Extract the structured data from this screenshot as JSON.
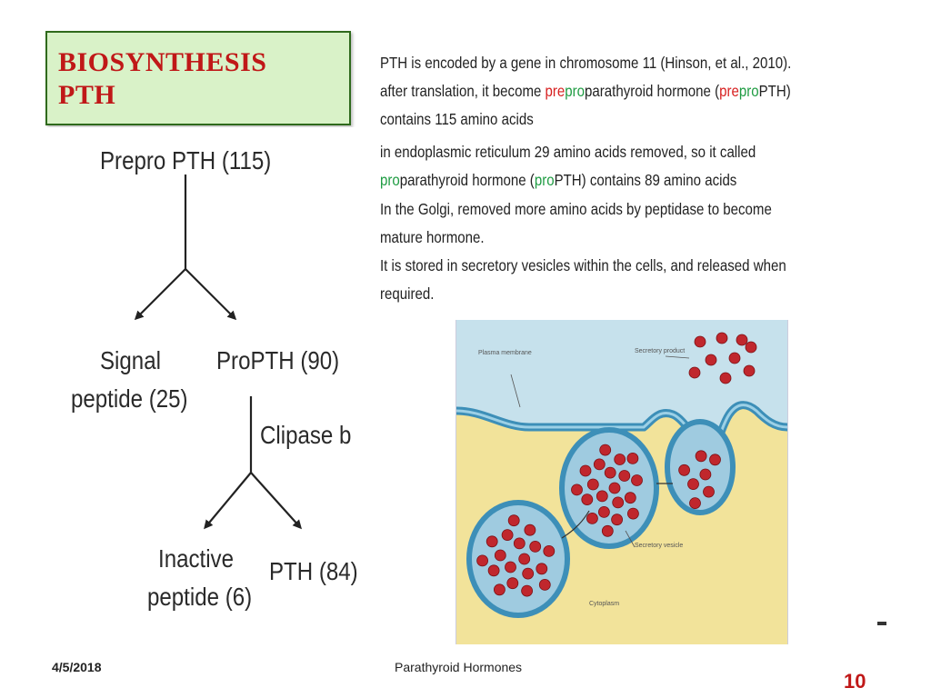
{
  "slide": {
    "title_line1": "BIOSYNTHESIS",
    "title_line2": "PTH",
    "date": "4/5/2018",
    "footer": "Parathyroid Hormones",
    "page_number": "10"
  },
  "flow": {
    "top": "Prepro PTH (115)",
    "left_branch_line1": "Signal",
    "left_branch_line2": "peptide (25)",
    "right_branch": "ProPTH (90)",
    "enzyme": "Clipase b",
    "bottom_left_line1": "Inactive",
    "bottom_left_line2": "peptide (6)",
    "bottom_right": "PTH (84)"
  },
  "bullets": [
    {
      "segments": [
        {
          "text": "PTH is encoded by a gene in chromosome 11 (Hinson, et al., 2010).",
          "color": "default"
        }
      ]
    },
    {
      "segments": [
        {
          "text": "after translation, it become ",
          "color": "default"
        },
        {
          "text": "pre",
          "color": "red"
        },
        {
          "text": "pro",
          "color": "green"
        },
        {
          "text": "parathyroid hormone (",
          "color": "default"
        },
        {
          "text": "pre",
          "color": "red"
        },
        {
          "text": "pro",
          "color": "green"
        },
        {
          "text": "PTH)",
          "color": "default"
        }
      ]
    },
    {
      "segments": [
        {
          "text": "contains 115 amino acids",
          "color": "default"
        }
      ]
    },
    {
      "segments": [
        {
          "text": " in endoplasmic reticulum 29 amino acids removed, so it called",
          "color": "default"
        }
      ]
    },
    {
      "segments": [
        {
          "text": "pro",
          "color": "green"
        },
        {
          "text": "parathyroid hormone (",
          "color": "default"
        },
        {
          "text": "pro",
          "color": "green"
        },
        {
          "text": "PTH) contains 89 amino acids",
          "color": "default"
        }
      ]
    },
    {
      "segments": [
        {
          "text": "In the Golgi, removed more amino acids by peptidase to become",
          "color": "default"
        }
      ]
    },
    {
      "segments": [
        {
          "text": "mature hormone.",
          "color": "default"
        }
      ]
    },
    {
      "segments": [
        {
          "text": "It is stored in secretory vesicles within the cells, and released when",
          "color": "default"
        }
      ]
    },
    {
      "segments": [
        {
          "text": "required.",
          "color": "default"
        }
      ]
    }
  ],
  "figure": {
    "label_plasma": "Plasma membrane",
    "label_secretory_product": "Secretory product",
    "label_secretory_vesicle": "Secretory vesicle",
    "label_cytoplasm": "Cytoplasm"
  },
  "colors": {
    "title_red": "#c01818",
    "title_box_bg": "#d9f2c8",
    "prefix_red": "#d71f1f",
    "prefix_green": "#1f9c43",
    "cytoplasm": "#f2e39a",
    "extracellular": "#c6e1ec",
    "membrane": "#3d8fb8",
    "granule": "#c0272d"
  }
}
